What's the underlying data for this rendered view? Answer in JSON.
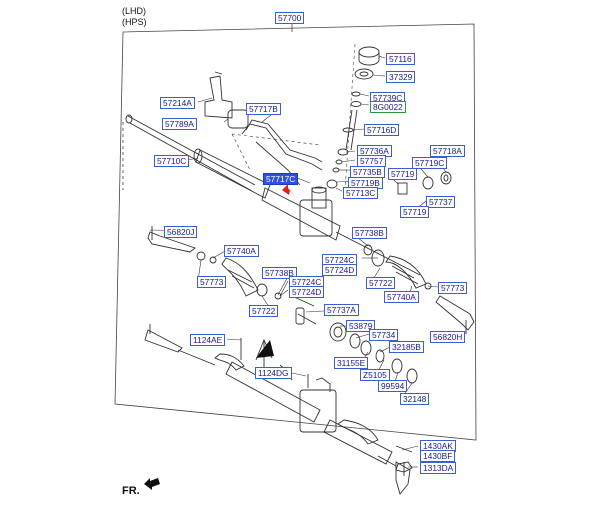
{
  "header": {
    "line1": "(LHD)",
    "line2": "(HPS)"
  },
  "direction_label": "FR.",
  "parts": {
    "p57700": "57700",
    "p57116": "57116",
    "p37329": "37329",
    "p57739c": "57739C",
    "p8g0022": "8G0022",
    "p57716d": "57716D",
    "p57214a": "57214A",
    "p57717b": "57717B",
    "p57789a": "57789A",
    "p57710c": "57710C",
    "p57736a": "57736A",
    "p57757": "57757",
    "p57735b": "57735B",
    "p57719b": "57719B",
    "p57713c": "57713C",
    "p57718a": "57718A",
    "p57719c": "57719C",
    "p57719_a": "57719",
    "p57737": "57737",
    "p57719_b": "57719",
    "p57717c": "57717C",
    "p56820j": "56820J",
    "p57740a_l": "57740A",
    "p57773_l": "57773",
    "p57738b_u": "57738B",
    "p57724c_u": "57724C",
    "p57724d_u": "57724D",
    "p57722_r": "57722",
    "p57740a_r": "57740A",
    "p57773_r": "57773",
    "p57738b_l": "57738B",
    "p57724c_l": "57724C",
    "p57724d_l": "57724D",
    "p57722_l": "57722",
    "p57737a": "57737A",
    "p53879": "53879",
    "p57734": "57734",
    "p32185b": "32185B",
    "p31155e": "31155E",
    "p25105": "Z5105",
    "p99594": "99594",
    "p32148": "32148",
    "p56820h": "56820H",
    "p1124ae": "1124AE",
    "p1124dg": "1124DG",
    "p1430ak": "1430AK",
    "p1430bf": "1430BF",
    "p1313da": "1313DA"
  },
  "colors": {
    "label_border": "#3a5fd0",
    "label_text": "#1a1a8c",
    "highlight": "#3050e0",
    "pointer_arrow": "#e02020"
  }
}
